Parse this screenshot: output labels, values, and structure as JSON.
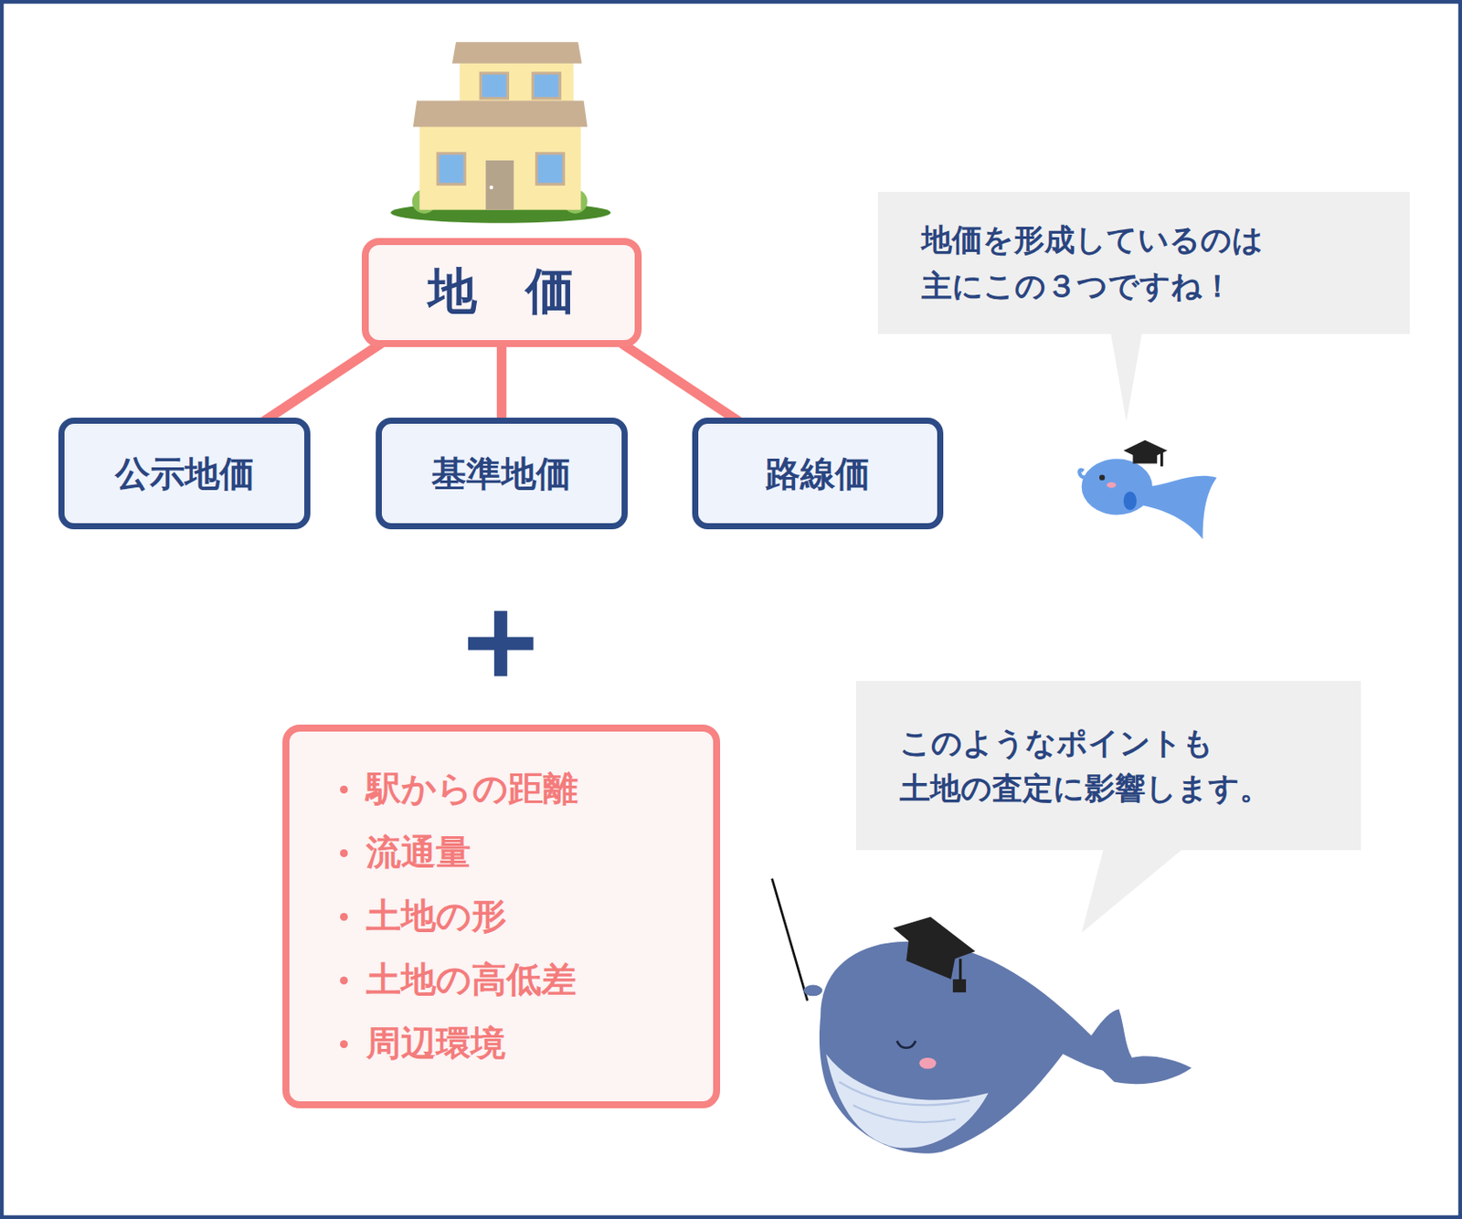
{
  "diagram": {
    "nodes": [
      {
        "text": [
          "地　価"
        ]
      },
      {
        "text": [
          "公示地価"
        ]
      },
      {
        "text": [
          "基準地価"
        ]
      },
      {
        "text": [
          "路線価"
        ]
      },
      {
        "text": [
          "地価を形成しているのは 主にこの３つですね！"
        ]
      },
      {
        "text": [
          "駅からの距離",
          "流通量",
          "土地の形",
          "土地の高低差",
          "周辺環境"
        ]
      },
      {
        "text": [
          "このようなポイントも 土地の査定に影響します。"
        ]
      }
    ],
    "edges": [
      {
        "from": 0,
        "to": 1,
        "arrow": "none"
      },
      {
        "from": 0,
        "to": 2,
        "arrow": "none"
      },
      {
        "from": 0,
        "to": 3,
        "arrow": "none"
      }
    ]
  }
}
